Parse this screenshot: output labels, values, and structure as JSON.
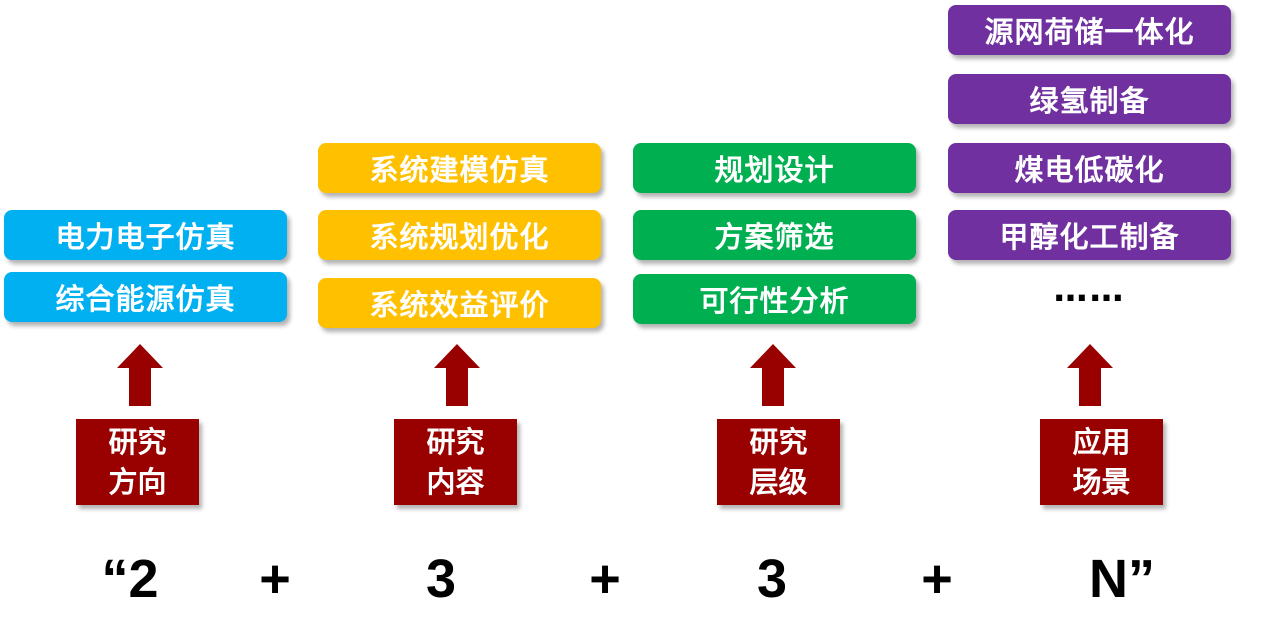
{
  "colors": {
    "direction": "#00b0f0",
    "content": "#ffc000",
    "level": "#00b050",
    "scenario": "#7030a0",
    "label": "#990000"
  },
  "columns": [
    {
      "label_line1": "研究",
      "label_line2": "方向",
      "items": [
        "电力电子仿真",
        "综合能源仿真"
      ]
    },
    {
      "label_line1": "研究",
      "label_line2": "内容",
      "items": [
        "系统建模仿真",
        "系统规划优化",
        "系统效益评价"
      ]
    },
    {
      "label_line1": "研究",
      "label_line2": "层级",
      "items": [
        "规划设计",
        "方案筛选",
        "可行性分析"
      ]
    },
    {
      "label_line1": "应用",
      "label_line2": "场景",
      "items": [
        "源网荷储一体化",
        "绿氢制备",
        "煤电低碳化",
        "甲醇化工制备"
      ],
      "more": "……"
    }
  ],
  "formula": {
    "t1": "“2",
    "p1": "+",
    "t2": "3",
    "p2": "+",
    "t3": "3",
    "p3": "+",
    "t4": "N”"
  }
}
